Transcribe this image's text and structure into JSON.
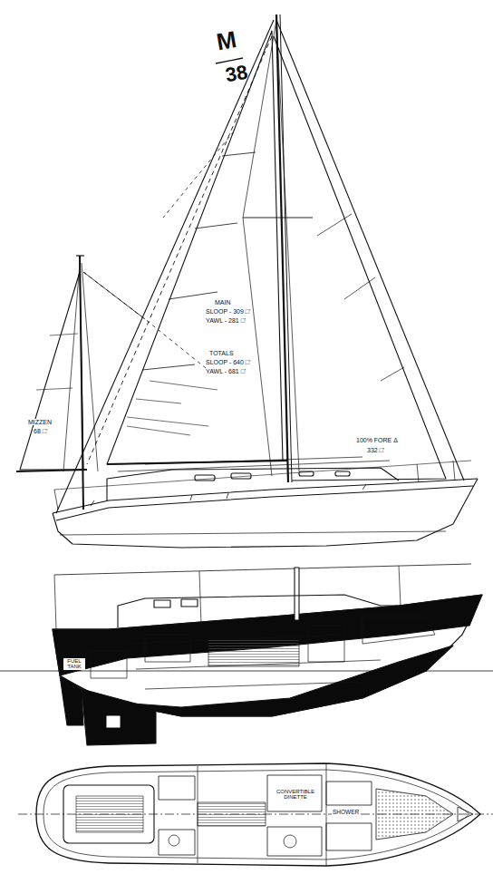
{
  "diagram": {
    "labels": [
      "M",
      "38",
      "MAIN",
      "SLOOP - 309 □'",
      "YAWL - 281 □'",
      "TOTALS",
      "SLOOP - 640 □'",
      "YAWL - 681 □'",
      "MIZZEN",
      "68 □'",
      "100% FORE Δ",
      "332 □'",
      "FUEL TANK",
      "CONVERTIBLE DINETTE",
      "SHOWER"
    ]
  }
}
